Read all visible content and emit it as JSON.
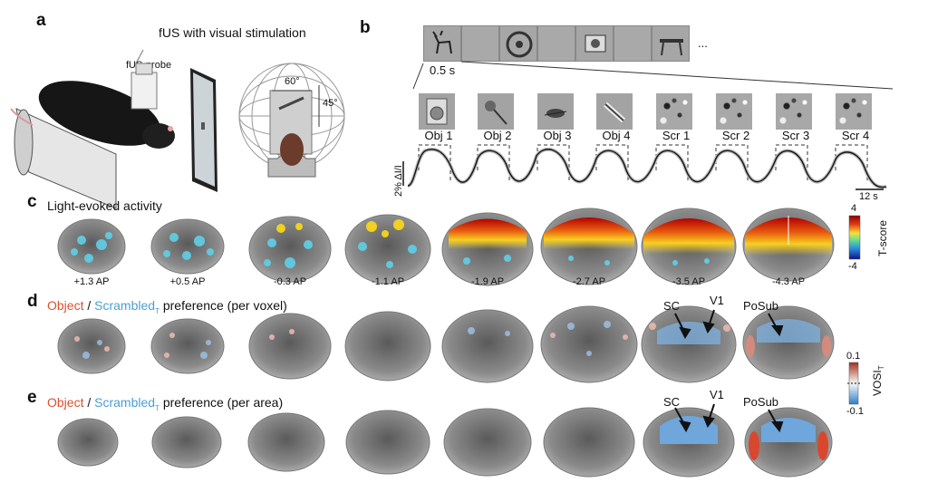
{
  "panel_a": {
    "letter": "a",
    "title": "fUS with visual stimulation",
    "probe_label": "fUS-probe",
    "angle_h": "60°",
    "angle_v": "45°"
  },
  "panel_b": {
    "letter": "b",
    "time_label": "0.5 s",
    "ellipsis": "...",
    "stim_labels": [
      "Obj 1",
      "Obj 2",
      "Obj 3",
      "Obj 4",
      "Scr 1",
      "Scr 2",
      "Scr 3",
      "Scr 4"
    ],
    "ylabel": "2% ΔI/I",
    "scalebar_label": "12 s"
  },
  "panel_c": {
    "letter": "c",
    "title": "Light-evoked activity",
    "ap_labels": [
      "+1.3 AP",
      "+0.5 AP",
      "-0.3 AP",
      "-1.1 AP",
      "-1.9 AP",
      "-2.7 AP",
      "-3.5 AP",
      "-4.3 AP"
    ],
    "colorbar_max": "4",
    "colorbar_min": "-4",
    "colorbar_label": "T-score"
  },
  "panel_d": {
    "letter": "d",
    "title_obj": "Object",
    "title_sep": " / ",
    "title_scr": "Scrambled",
    "title_sub": "T",
    "title_rest": " preference (per voxel)",
    "region_labels": [
      "SC",
      "V1",
      "PoSub"
    ]
  },
  "panel_e": {
    "letter": "e",
    "title_obj": "Object",
    "title_sep": " / ",
    "title_scr": "Scrambled",
    "title_sub": "T",
    "title_rest": " preference (per area)",
    "region_labels": [
      "SC",
      "V1",
      "PoSub"
    ]
  },
  "vosi_colorbar": {
    "max": "0.1",
    "min": "-0.1",
    "label": "VOSI",
    "label_sub": "T"
  },
  "colors": {
    "object": "#d9502e",
    "scrambled": "#4a9fd0"
  }
}
